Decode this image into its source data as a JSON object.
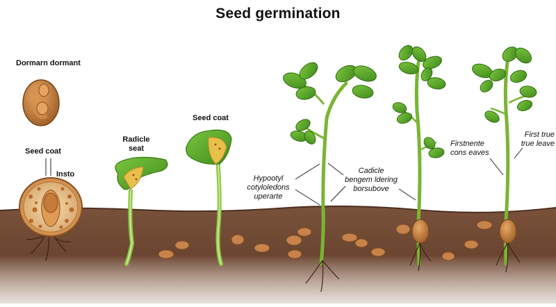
{
  "title": "Seed germination",
  "labels": {
    "dormant": "Dormarn dormant",
    "seed_coat_left": "Seed coat",
    "insto": "Insto",
    "radicle_line1": "Radicle",
    "radicle_line2": "seat",
    "seed_coat_mid": "Seed coat",
    "hypocotyl_line1": "Hypootyl",
    "hypocotyl_line2": "cotyloledons",
    "hypocotyl_line3": "uperarte",
    "cadicle_line1": "Cadicle",
    "cadicle_line2": "bengem ldering",
    "cadicle_line3": "borsubove",
    "firstnente_line1": "Firstnente",
    "firstnente_line2": "cons eaves",
    "firsttrue_line1": "First true",
    "firsttrue_line2": "true leave"
  },
  "colors": {
    "leaf": "#5aa829",
    "leaf_dark": "#3d7d17",
    "stem": "#86c23a",
    "soil": "#6f4a35",
    "soil_dark": "#4d2f20",
    "seed": "#c9843e",
    "seed_dark": "#8e5524"
  }
}
